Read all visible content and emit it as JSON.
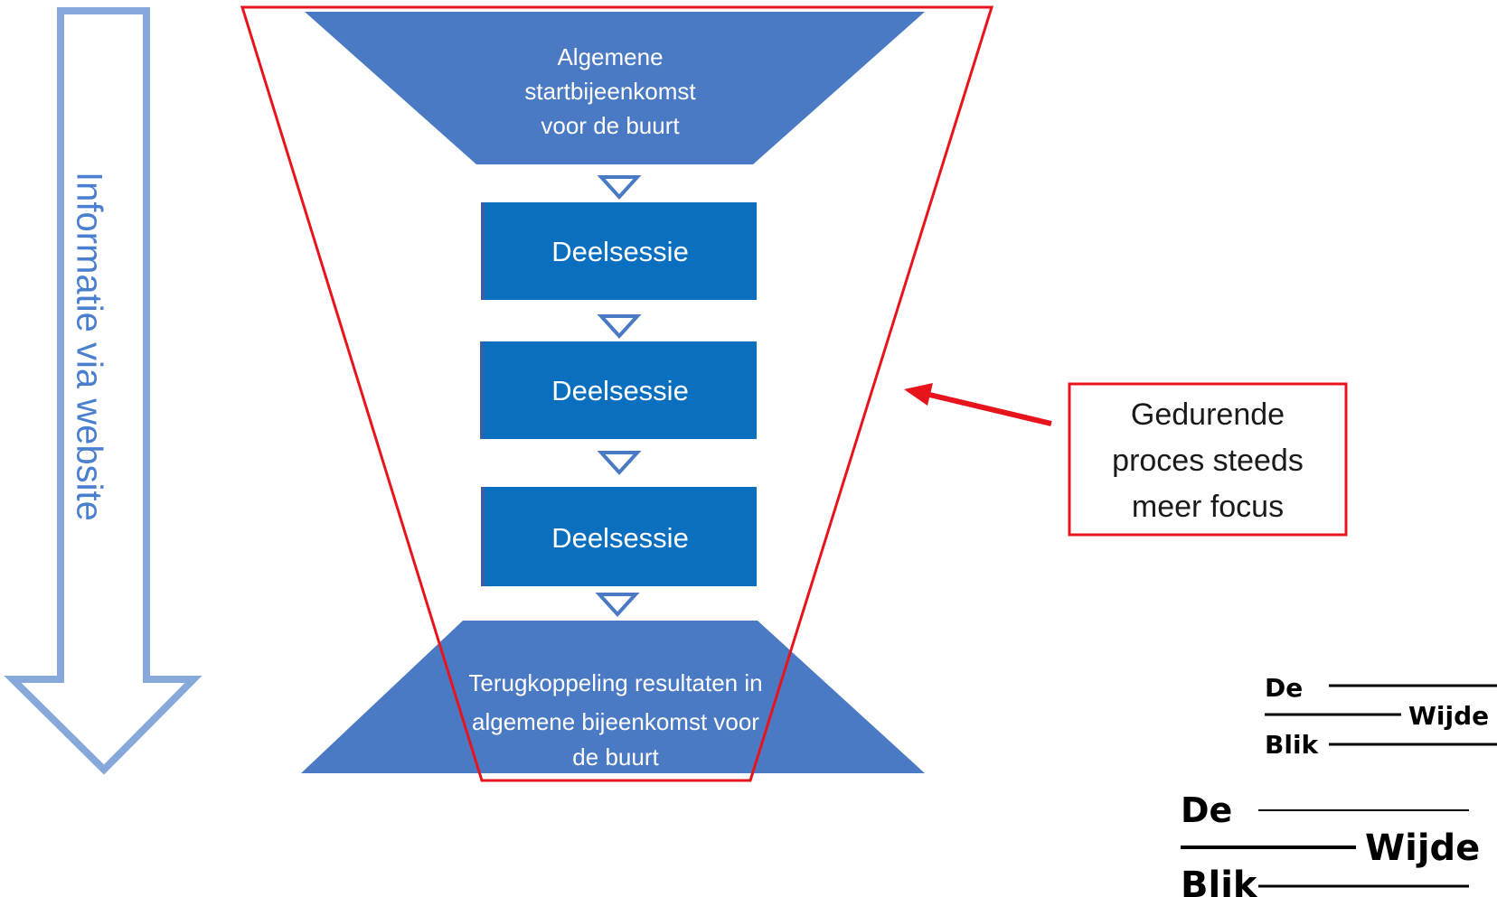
{
  "side_arrow": {
    "label": "Informatie via website"
  },
  "funnel": {
    "top": {
      "lines": [
        "Algemene",
        "startbijeenkomst",
        "voor de buurt"
      ]
    },
    "sessions": [
      {
        "label": "Deelsessie"
      },
      {
        "label": "Deelsessie"
      },
      {
        "label": "Deelsessie"
      }
    ],
    "bottom": {
      "lines": [
        "Terugkoppeling resultaten in",
        "algemene bijeenkomst voor",
        "de buurt"
      ]
    }
  },
  "callout": {
    "lines": [
      "Gedurende",
      "proces steeds",
      "meer focus"
    ]
  },
  "logos": [
    {
      "top": "De",
      "middle": "Wijde",
      "bottom": "Blik"
    },
    {
      "top": "De",
      "middle": "Wijde",
      "bottom": "Blik"
    }
  ],
  "colors": {
    "shape_blue": "#4a7ac4",
    "box_blue": "#0a6fbf",
    "outline_red": "#e8141c",
    "side_arrow": "#86a8db"
  }
}
